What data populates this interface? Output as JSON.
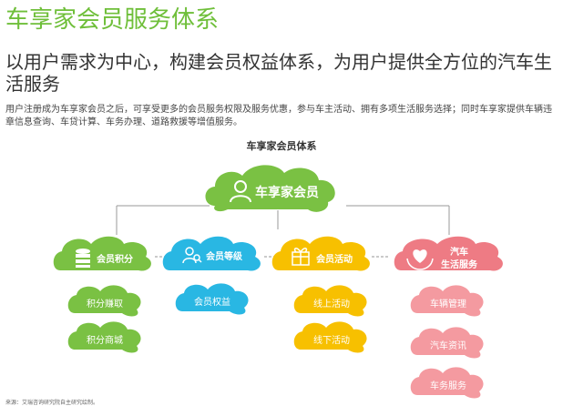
{
  "title": "车享家会员服务体系",
  "subtitle": "以用户需求为中心，构建会员权益体系，为用户提供全方位的汽车生活服务",
  "description": "用户注册成为车享家会员之后，可享受更多的会员服务权限及服务优惠，参与车主活动、拥有多项生活服务选择；同时车享家提供车辆违章信息查询、车贷计算、车务办理、道路救援等增值服务。",
  "diagram": {
    "title": "车享家会员体系",
    "root": {
      "label": "车享家会员",
      "icon": "person-icon",
      "color": "#7ac143"
    },
    "categories": [
      {
        "label": "会员积分",
        "icon": "database-icon",
        "color": "#7ac143",
        "items": [
          "积分赚取",
          "积分商城"
        ]
      },
      {
        "label": "会员等级",
        "icon": "user-search-icon",
        "color": "#29b7e3",
        "items": [
          "会员权益"
        ]
      },
      {
        "label": "会员活动",
        "icon": "gift-icon",
        "color": "#f7c000",
        "items": [
          "线上活动",
          "线下活动"
        ]
      },
      {
        "label": "汽车生活服务",
        "icon": "heart-hands-icon",
        "color": "#ee7b84",
        "items": [
          "车辆管理",
          "汽车资讯",
          "车务服务"
        ]
      }
    ],
    "category4_label_lines": [
      "汽车",
      "生活服务"
    ],
    "item_colors": [
      "#7ac143",
      "#29b7e3",
      "#f7c000",
      "#f49aa0"
    ]
  },
  "source": "来源：艾瑞咨询研究院自主研究绘制。"
}
